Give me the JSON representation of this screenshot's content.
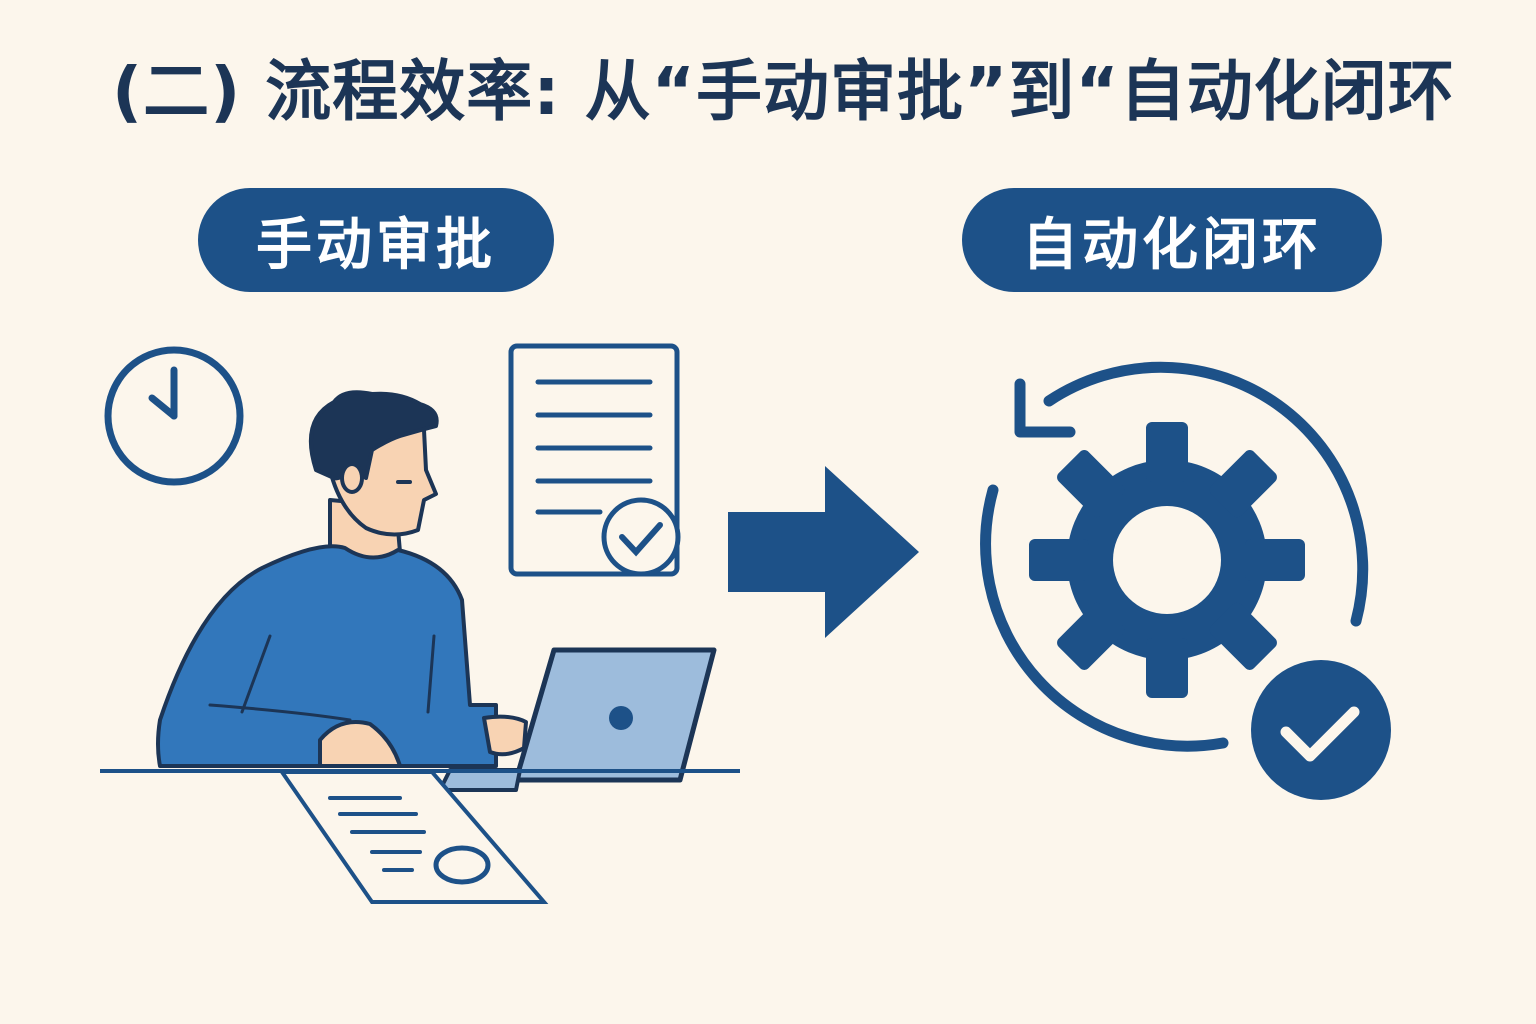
{
  "title": "(二) 流程效率: 从“手动审批”到“自动化闭环",
  "left_label": "手动审批",
  "right_label": "自动化闭环",
  "colors": {
    "background": "#fcf6ec",
    "primary": "#1d5188",
    "dark": "#1c3556",
    "sweater": "#3277bb",
    "laptop": "#9dbcdc",
    "skin": "#f8d3b3"
  },
  "icons": [
    "clock-icon",
    "document-check-icon",
    "person-illustration",
    "laptop-icon",
    "paper-document-icon",
    "arrow-right-icon",
    "gear-icon",
    "cycle-arrow-icon",
    "check-circle-icon"
  ]
}
